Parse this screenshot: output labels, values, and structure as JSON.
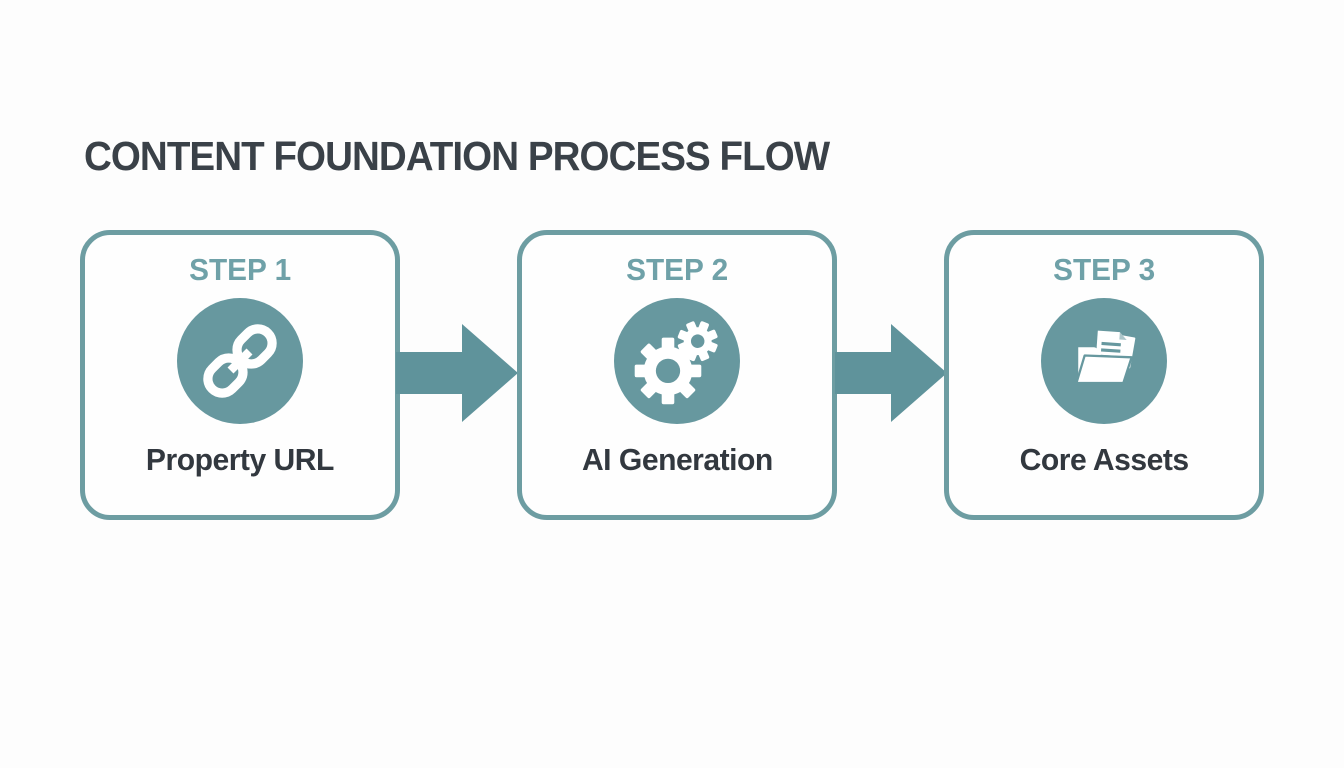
{
  "page": {
    "title": "CONTENT FOUNDATION PROCESS FLOW",
    "background_color": "#fdfdfd"
  },
  "colors": {
    "box_border_teal": "#6d9da2",
    "circle_teal": "#67989f",
    "arrow_teal": "#5f939b",
    "step_heading_teal": "#6fa1a8",
    "dark_text": "#32383f",
    "title_text": "#3a4148",
    "icon_white": "#ffffff"
  },
  "steps": [
    {
      "step_label": "STEP 1",
      "name": "Property URL",
      "icon": "link-icon"
    },
    {
      "step_label": "STEP 2",
      "name": "AI Generation",
      "icon": "gears-icon"
    },
    {
      "step_label": "STEP 3",
      "name": "Core Assets",
      "icon": "folder-documents-icon"
    }
  ],
  "connectors": [
    {
      "icon": "arrow-right-icon",
      "from": "STEP 1",
      "to": "STEP 2"
    },
    {
      "icon": "arrow-right-icon",
      "from": "STEP 2",
      "to": "STEP 3"
    }
  ]
}
